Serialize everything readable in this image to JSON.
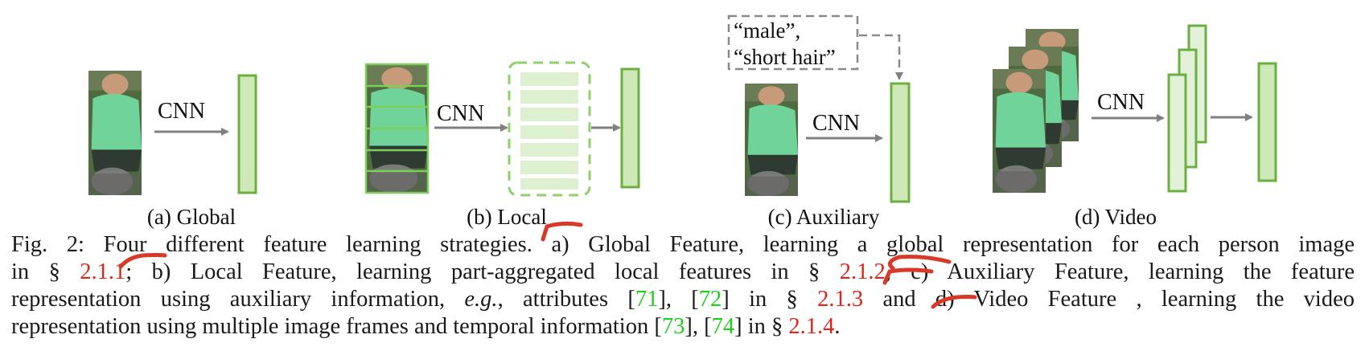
{
  "panels": {
    "a": {
      "cnn": "CNN",
      "label": "(a) Global"
    },
    "b": {
      "cnn": "CNN",
      "label": "(b) Local"
    },
    "c": {
      "cnn": "CNN",
      "label": "(c) Auxiliary",
      "attr_line1": "“male”,",
      "attr_line2": "“short hair”"
    },
    "d": {
      "cnn": "CNN",
      "label": "(d) Video"
    }
  },
  "colors": {
    "feature_fill": "#cfe8b8",
    "feature_stroke": "#6ab040",
    "arrow": "#808080",
    "ref_red": "#e0241b",
    "cite_green": "#1fcf1f",
    "annotation_red": "#d83a2a"
  },
  "caption": {
    "l1_a": "Fig. 2: Four different feature learning strategies. a) Global Feature, learning a global representation for each person image",
    "l2_a": "in §",
    "l2_ref1": "2.1.1",
    "l2_b": "; b) Local Feature, learning part-aggregated local features in §",
    "l2_ref2": "2.1.2",
    "l2_c": ", c) Auxiliary Feature, learning the feature",
    "l3_a": "representation using auxiliary information,",
    "l3_eg": "e.g.",
    "l3_b": ", attributes [",
    "l3_c71": "71",
    "l3_c": "], [",
    "l3_c72": "72",
    "l3_d": "] in §",
    "l3_ref3": "2.1.3",
    "l3_e": "and d) Video Feature , learning the video",
    "l4_a": "representation using multiple image frames and temporal information [",
    "l4_c73": "73",
    "l4_b": "], [",
    "l4_c74": "74",
    "l4_c": "] in §",
    "l4_ref4": "2.1.4",
    "l4_d": "."
  }
}
